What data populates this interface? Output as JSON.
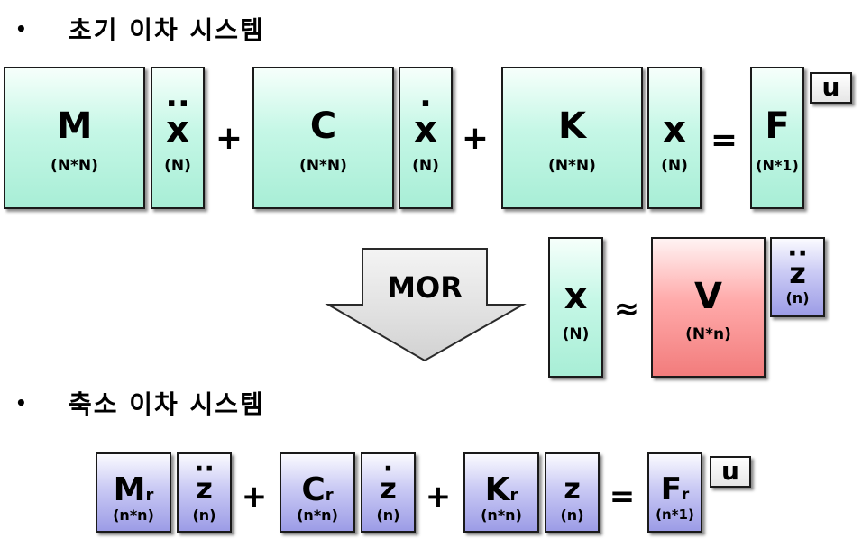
{
  "bullets": {
    "mark": "•"
  },
  "headings": {
    "original": "초기 이차 시스템",
    "reduced": "축소 이차 시스템"
  },
  "original_equation": {
    "M": {
      "symbol": "M",
      "dim": "(N*N)"
    },
    "x_ddot": {
      "symbol": "x",
      "dots": "··",
      "dim": "(N)"
    },
    "plus1": "+",
    "C": {
      "symbol": "C",
      "dim": "(N*N)"
    },
    "x_dot": {
      "symbol": "x",
      "dots": "·",
      "dim": "(N)"
    },
    "plus2": "+",
    "K": {
      "symbol": "K",
      "dim": "(N*N)"
    },
    "x": {
      "symbol": "x",
      "dim": "(N)"
    },
    "equals": "=",
    "F": {
      "symbol": "F",
      "dim": "(N*1)"
    },
    "u": "u"
  },
  "mor": {
    "arrow_label": "MOR",
    "x": {
      "symbol": "x",
      "dim": "(N)"
    },
    "approx": "≈",
    "V": {
      "symbol": "V",
      "dim": "(N*n)"
    },
    "z_ddot": {
      "symbol": "z",
      "dots": "··",
      "dim": "(n)"
    }
  },
  "reduced_equation": {
    "Mr": {
      "symbol": "M",
      "sub": "r",
      "dim": "(n*n)"
    },
    "z_ddot": {
      "symbol": "z",
      "dots": "··",
      "dim": "(n)"
    },
    "plus1": "+",
    "Cr": {
      "symbol": "C",
      "sub": "r",
      "dim": "(n*n)"
    },
    "z_dot": {
      "symbol": "z",
      "dots": "·",
      "dim": "(n)"
    },
    "plus2": "+",
    "Kr": {
      "symbol": "K",
      "sub": "r",
      "dim": "(n*n)"
    },
    "z": {
      "symbol": "z",
      "dim": "(n)"
    },
    "equals": "=",
    "Fr": {
      "symbol": "F",
      "sub": "r",
      "dim": "(n*1)"
    },
    "u": "u"
  },
  "colors": {
    "original": "#c5f7e6",
    "projection": "#ffaaaa",
    "reduced": "#c9c9f4",
    "arrow": "#e2e2e2"
  }
}
